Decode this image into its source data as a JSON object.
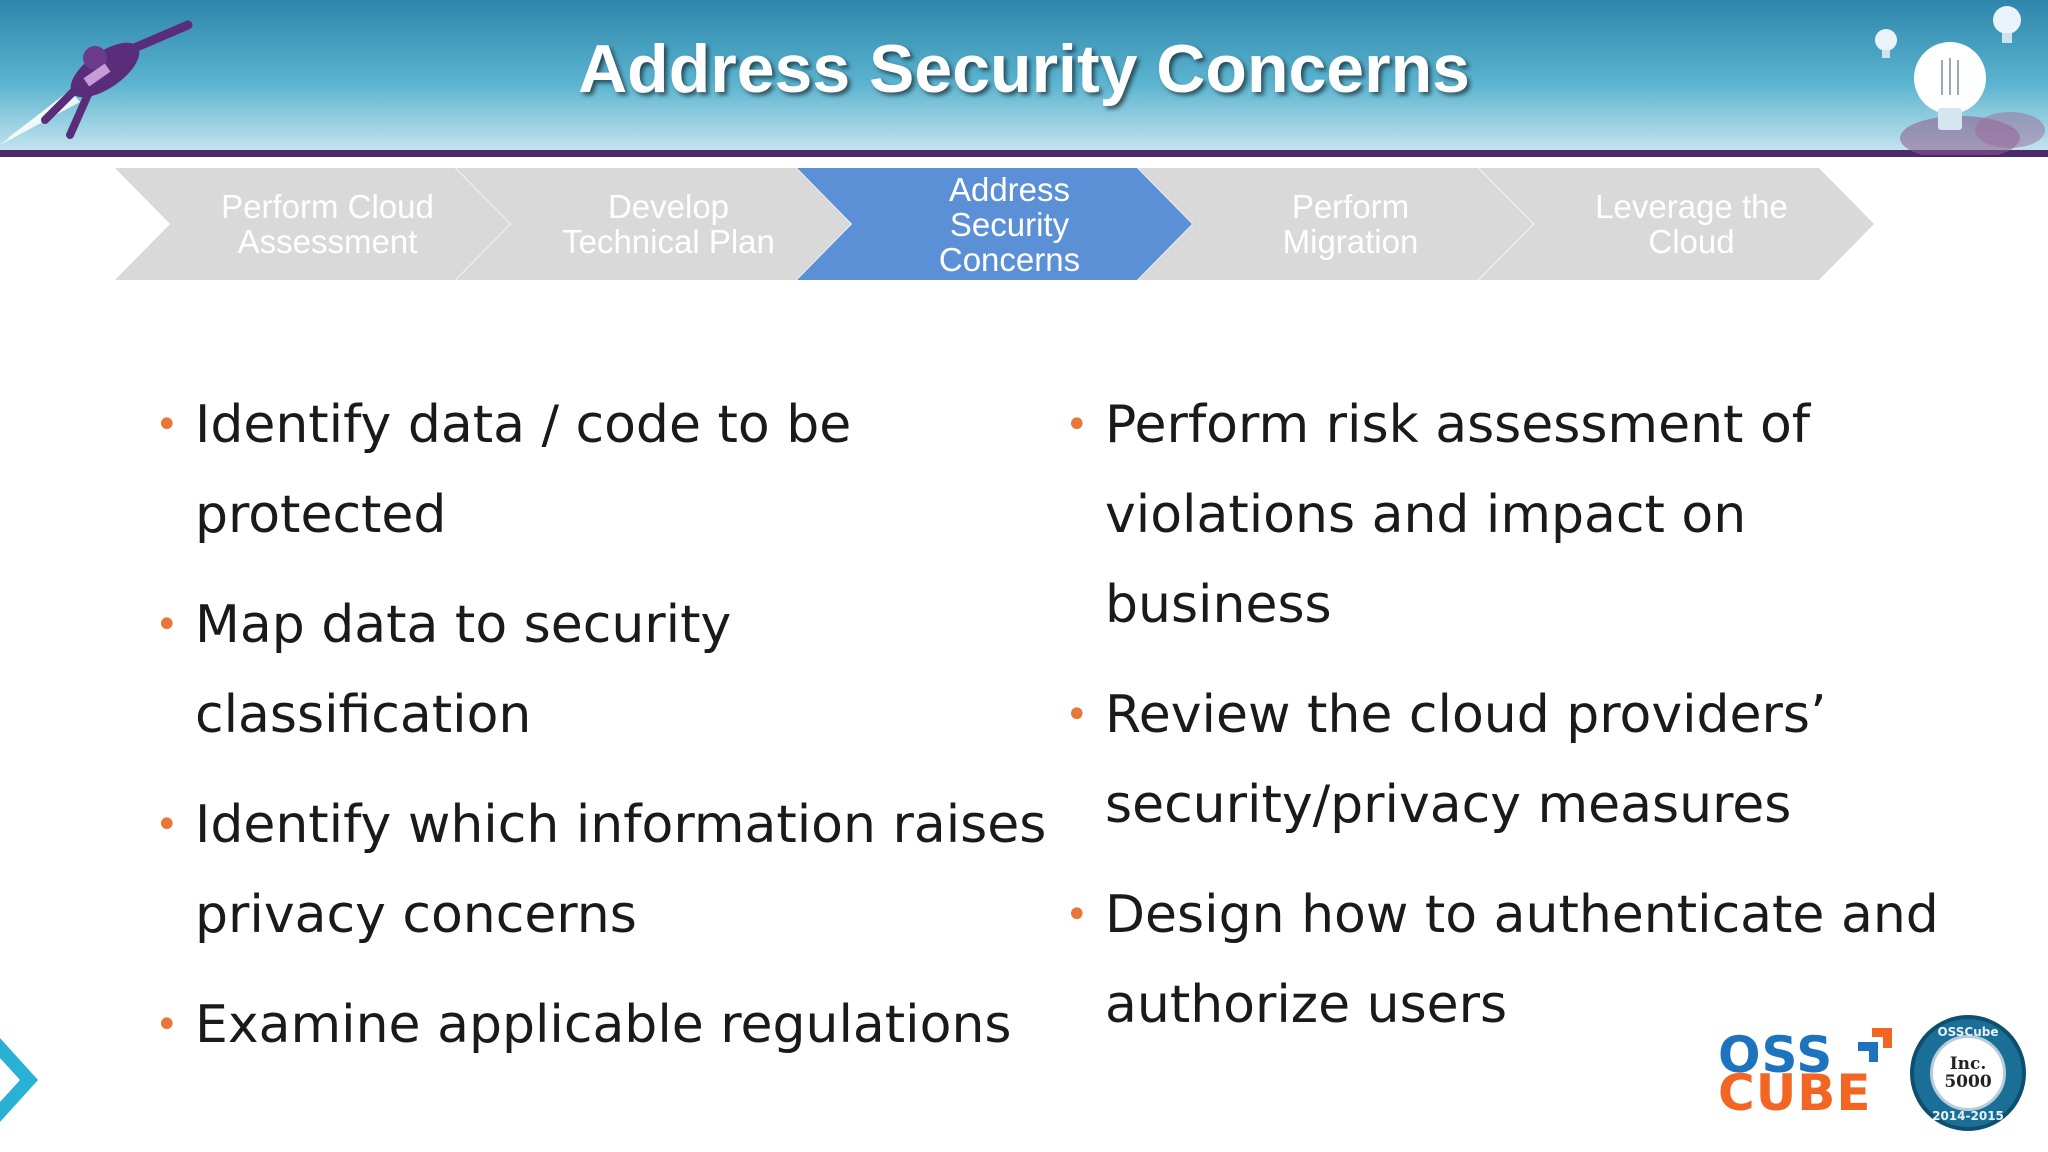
{
  "slide": {
    "title": "Address Security Concerns"
  },
  "process": [
    {
      "label": "Perform Cloud\nAssessment",
      "active": false
    },
    {
      "label": "Develop\nTechnical Plan",
      "active": false
    },
    {
      "label": "Address\nSecurity\nConcerns",
      "active": true
    },
    {
      "label": "Perform\nMigration",
      "active": false
    },
    {
      "label": "Leverage the\nCloud",
      "active": false
    }
  ],
  "left_bullets": [
    "Identify data / code to be protected",
    "Map data to security classification",
    "Identify which information raises privacy concerns",
    "Examine applicable regulations"
  ],
  "right_bullets": [
    "Perform risk assessment of violations and impact on business",
    "Review the cloud providers’ security/privacy measures",
    "Design how to authenticate and authorize users"
  ],
  "logo": {
    "line1": "OSS",
    "line2": "CUBE",
    "badge_top": "OSSCube",
    "badge_main": "Inc.\n5000",
    "badge_years": "2014-2015"
  },
  "icons": {
    "rocket": "rocket-person-icon",
    "lightbulb": "lightbulb-icon",
    "nav": "next-arrow-icon"
  },
  "colors": {
    "active_step": "#5b8fd6",
    "inactive_step": "#d9d9d9",
    "bullet": "#e8773a",
    "header_line": "#4a2a6b",
    "logo_blue": "#1e73be",
    "logo_orange": "#f26522"
  }
}
